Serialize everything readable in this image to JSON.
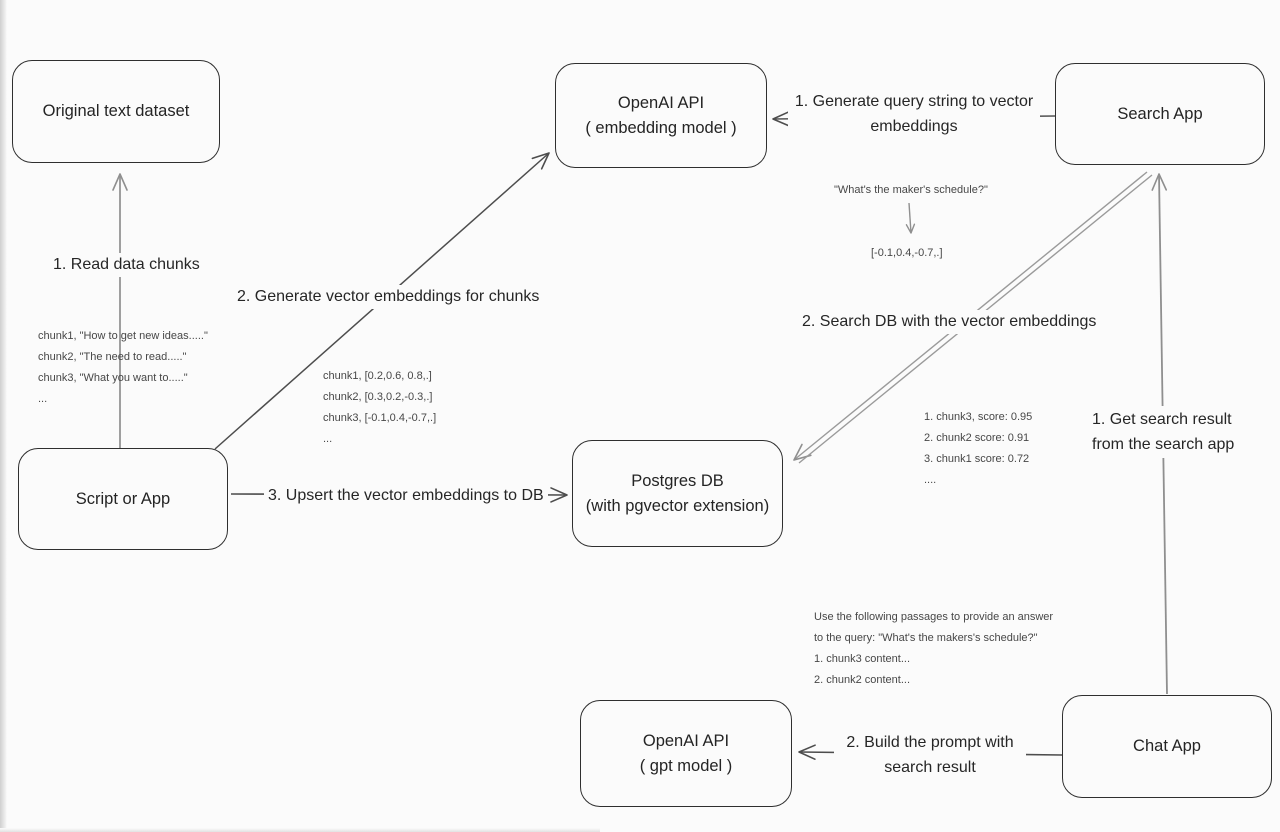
{
  "nodes": {
    "original_dataset": {
      "label": "Original text dataset"
    },
    "openai_embedding": {
      "title": "OpenAI API",
      "subtitle": "( embedding model )"
    },
    "search_app": {
      "label": "Search App"
    },
    "script_or_app": {
      "label": "Script or App"
    },
    "postgres_db": {
      "title": "Postgres DB",
      "subtitle": "(with pgvector extension)"
    },
    "openai_gpt": {
      "title": "OpenAI API",
      "subtitle": "( gpt model )"
    },
    "chat_app": {
      "label": "Chat App"
    }
  },
  "edge_labels": {
    "read_chunks": "1. Read data chunks",
    "generate_embeddings": "2. Generate vector embeddings for chunks",
    "upsert": "3. Upsert the vector embeddings to DB",
    "generate_query_line1": "1. Generate query string to vector",
    "generate_query_line2": "embeddings",
    "search_db": "2. Search DB with the vector embeddings",
    "get_result_line1": "1. Get search result",
    "get_result_line2": "from the search app",
    "build_prompt_line1": "2. Build the prompt with",
    "build_prompt_line2": "search result"
  },
  "annotations": {
    "source_chunks": [
      "chunk1, \"How to get new ideas.....\"",
      "chunk2, \"The need to read.....\"",
      "chunk3, \"What you want to.....\"",
      "..."
    ],
    "chunk_vectors": [
      "chunk1, [0.2,0.6, 0.8,.]",
      "chunk2, [0.3,0.2,-0.3,.]",
      "chunk3, [-0.1,0.4,-0.7,.]",
      "..."
    ],
    "query_example": "\"What's the maker's schedule?\"",
    "query_vector": "[-0.1,0.4,-0.7,.]",
    "search_scores": [
      "1. chunk3, score: 0.95",
      "2. chunk2 score: 0.91",
      "3. chunk1 score: 0.72",
      "...."
    ],
    "prompt_lines": [
      "Use the following passages to provide an answer",
      "to the query: \"What's the makers's schedule?\"",
      "1. chunk3 content...",
      "2. chunk2 content..."
    ]
  },
  "colors": {
    "background": "#fbfbfb",
    "box_border": "#2f2f2f",
    "line_dark": "#4d4d4d",
    "line_gray": "#8f8f8f",
    "label_text": "#262626",
    "annotation_text": "#474747"
  }
}
